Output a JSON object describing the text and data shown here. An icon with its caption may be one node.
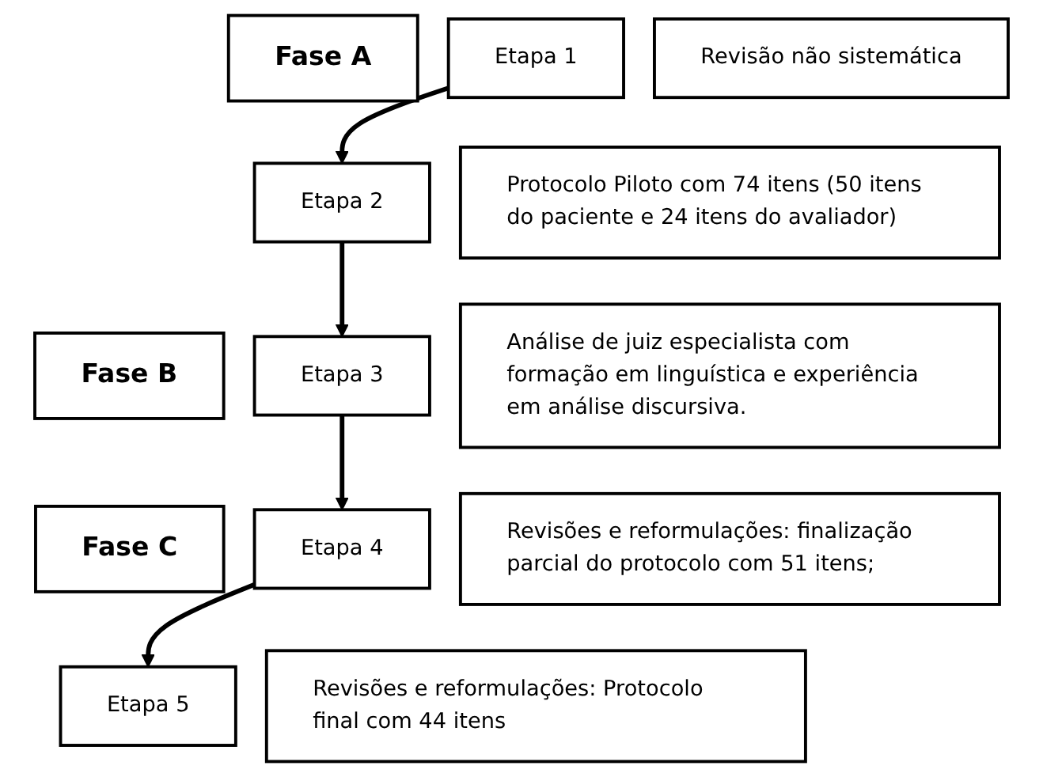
{
  "diagram": {
    "nodes": [
      {
        "text": [
          "Fase A"
        ]
      },
      {
        "text": [
          "Etapa 1"
        ]
      },
      {
        "text": [
          "Revisão não sistemática"
        ]
      },
      {
        "text": [
          "Etapa 2"
        ]
      },
      {
        "text": [
          "Protocolo Piloto com 74 itens (50 itens do paciente e 24 itens do avaliador)"
        ]
      },
      {
        "text": [
          "Fase B"
        ]
      },
      {
        "text": [
          "Etapa 3"
        ]
      },
      {
        "text": [
          "Análise de juiz especialista com formação em linguística e experiência em análise discursiva."
        ]
      },
      {
        "text": [
          "Fase C"
        ]
      },
      {
        "text": [
          "Etapa 4"
        ]
      },
      {
        "text": [
          "Revisões e reformulações: finalização parcial do protocolo com 51 itens;"
        ]
      },
      {
        "text": [
          "Etapa 5"
        ]
      },
      {
        "text": [
          "Revisões e reformulações: Protocolo final com 44 itens"
        ]
      }
    ],
    "edges": [
      {
        "from": 1,
        "to": 3,
        "arrow": "to"
      },
      {
        "from": 3,
        "to": 6,
        "arrow": "to"
      },
      {
        "from": 6,
        "to": 9,
        "arrow": "to"
      },
      {
        "from": 9,
        "to": 11,
        "arrow": "to"
      }
    ]
  }
}
